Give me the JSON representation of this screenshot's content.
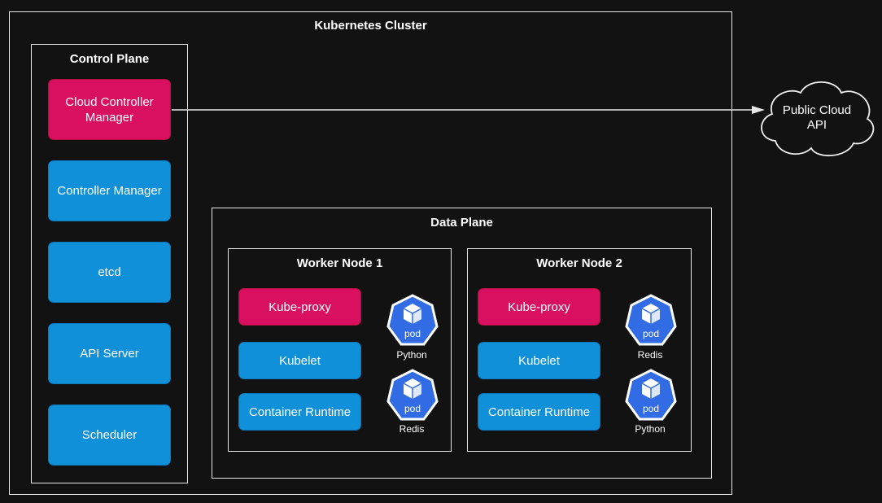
{
  "cluster": {
    "title": "Kubernetes Cluster"
  },
  "control_plane": {
    "title": "Control Plane",
    "components": [
      {
        "label": "Cloud Controller Manager",
        "kind": "pink"
      },
      {
        "label": "Controller Manager",
        "kind": "blue"
      },
      {
        "label": "etcd",
        "kind": "blue"
      },
      {
        "label": "API Server",
        "kind": "blue"
      },
      {
        "label": "Scheduler",
        "kind": "blue"
      }
    ]
  },
  "data_plane": {
    "title": "Data Plane",
    "nodes": [
      {
        "title": "Worker Node 1",
        "components": [
          "Kube-proxy",
          "Kubelet",
          "Container Runtime"
        ],
        "pods": [
          {
            "icon_text": "pod",
            "label": "Python"
          },
          {
            "icon_text": "pod",
            "label": "Redis"
          }
        ]
      },
      {
        "title": "Worker Node 2",
        "components": [
          "Kube-proxy",
          "Kubelet",
          "Container Runtime"
        ],
        "pods": [
          {
            "icon_text": "pod",
            "label": "Redis"
          },
          {
            "icon_text": "pod",
            "label": "Python"
          }
        ]
      }
    ]
  },
  "external": {
    "label": "Public Cloud API"
  },
  "colors": {
    "pink": "#d9105f",
    "blue": "#0f90d8",
    "pod_blue": "#326ce5",
    "background": "#121212",
    "line": "#e8e8e8"
  },
  "icons": {
    "pod": "kubernetes-pod-icon",
    "cloud": "cloud-shape"
  }
}
